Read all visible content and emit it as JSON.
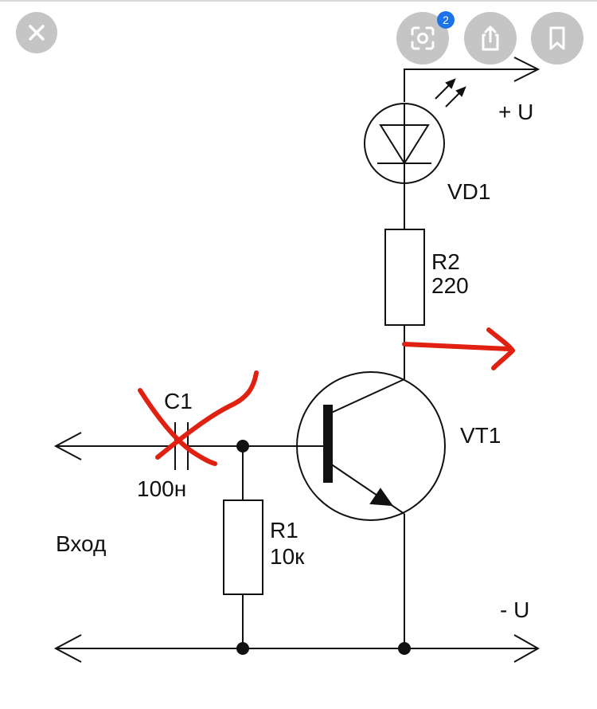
{
  "toolbar": {
    "close_icon": "close-icon",
    "lens_icon": "lens-search-icon",
    "lens_badge": "2",
    "share_icon": "share-icon",
    "bookmark_icon": "bookmark-icon",
    "badge_color": "#1a73e8"
  },
  "diagram": {
    "labels": {
      "plus_u": "+ U",
      "minus_u": "- U",
      "vd1": "VD1",
      "r2_name": "R2",
      "r2_value": "220",
      "vt1": "VT1",
      "c1_name": "C1",
      "c1_value": "100н",
      "r1_name": "R1",
      "r1_value": "10к",
      "input": "Вход"
    },
    "colors": {
      "wire": "#111111",
      "annotation": "#e02010"
    }
  }
}
